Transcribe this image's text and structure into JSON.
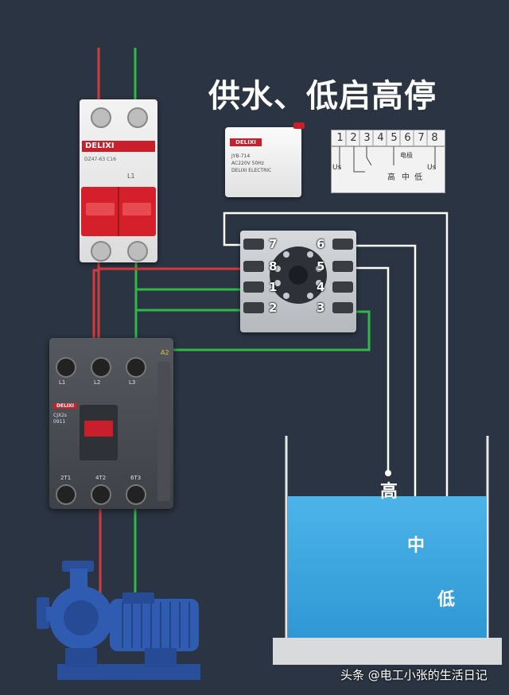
{
  "title": "供水、低启高停",
  "colors": {
    "background": "#2b3442",
    "phase_wire": "#d63a3a",
    "neutral_wire": "#2fb847",
    "control_wire": "#ffffff",
    "water": "#3aa6dd"
  },
  "breaker": {
    "brand": "DELIXI",
    "label_small": "DZ47-63 C16",
    "label_side": "L1"
  },
  "relay": {
    "brand": "DELIXI",
    "lines": [
      "JYB-714",
      "AC220V 50Hz",
      "DELIXI ELECTRIC"
    ]
  },
  "pin_diagram": {
    "pins": [
      "1",
      "2",
      "3",
      "4",
      "5",
      "6",
      "7",
      "8"
    ],
    "row_left": "Us",
    "row_right": "Us",
    "mid_label": "电极",
    "level_labels": [
      "高",
      "中",
      "低"
    ]
  },
  "socket": {
    "pins": {
      "p7": "7",
      "p8": "8",
      "p1": "1",
      "p2": "2",
      "p6": "6",
      "p5": "5",
      "p4": "4",
      "p3": "3"
    }
  },
  "contactor": {
    "brand": "DELIXI",
    "model_lines": [
      "CJX2s",
      "0911"
    ],
    "top_terminals": [
      "L1",
      "L2",
      "L3"
    ],
    "bottom_terminals": [
      "2T1",
      "4T2",
      "6T3"
    ],
    "coil_label": "A2"
  },
  "tank": {
    "high_label": "高",
    "mid_label": "中",
    "low_label": "低"
  },
  "watermark": "头条 @电工小张的生活日记"
}
